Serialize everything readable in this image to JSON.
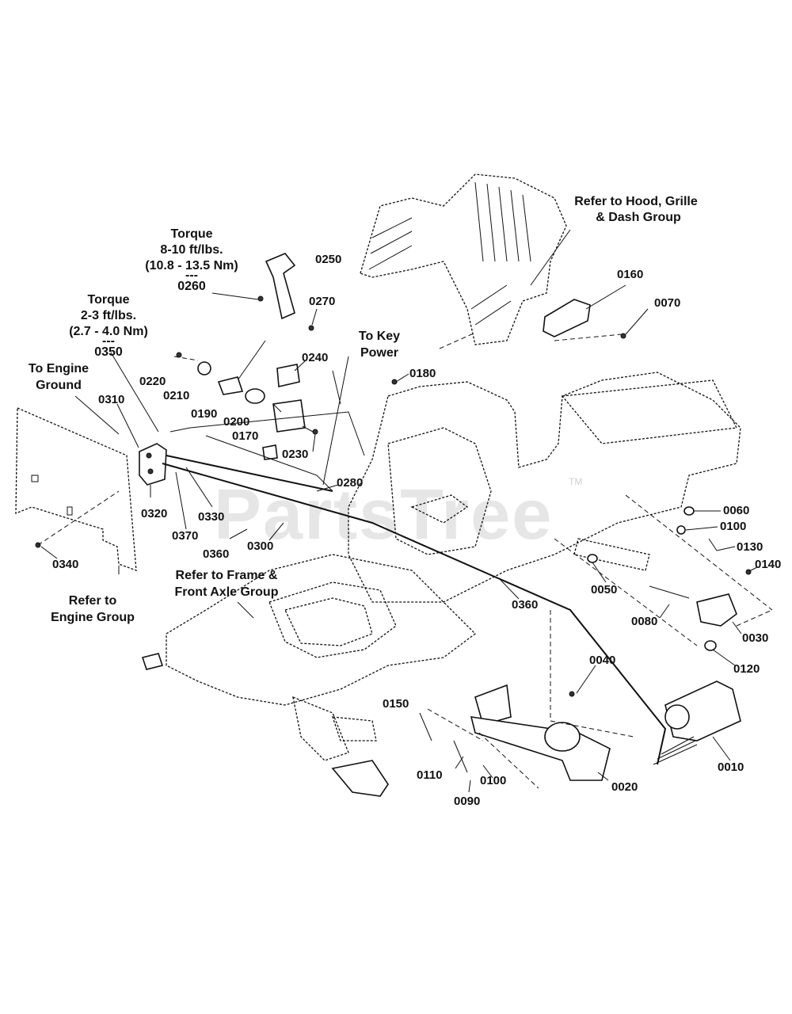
{
  "watermark": "PartsTree",
  "trademark": "TM",
  "notes": {
    "hood": [
      "Refer to Hood, Grille",
      "& Dash Group"
    ],
    "torque_top": [
      "Torque",
      "8-10 ft/lbs.",
      "(10.8 - 13.5 Nm)",
      "---",
      "0260"
    ],
    "torque_left": [
      "Torque",
      "2-3 ft/lbs.",
      "(2.7 - 4.0 Nm)",
      "---",
      "0350"
    ],
    "to_engine_ground": [
      "To Engine",
      "Ground"
    ],
    "to_key_power": [
      "To Key",
      "Power"
    ],
    "engine_group": [
      "Refer to",
      "Engine Group"
    ],
    "frame_group": [
      "Refer to Frame &",
      "Front Axle Group"
    ]
  },
  "part_numbers": {
    "p0250": "0250",
    "p0270": "0270",
    "p0220": "0220",
    "p0210": "0210",
    "p0190": "0190",
    "p0240": "0240",
    "p0200": "0200",
    "p0170": "0170",
    "p0230": "0230",
    "p0180": "0180",
    "p0160": "0160",
    "p0070": "0070",
    "p0310": "0310",
    "p0320": "0320",
    "p0370": "0370",
    "p0330": "0330",
    "p0360a": "0360",
    "p0300": "0300",
    "p0280": "0280",
    "p0340": "0340",
    "p0060": "0060",
    "p0100a": "0100",
    "p0130": "0130",
    "p0140": "0140",
    "p0050": "0050",
    "p0360b": "0360",
    "p0080": "0080",
    "p0030": "0030",
    "p0120": "0120",
    "p0040": "0040",
    "p0150": "0150",
    "p0110": "0110",
    "p0100b": "0100",
    "p0090": "0090",
    "p0020": "0020",
    "p0010": "0010"
  }
}
